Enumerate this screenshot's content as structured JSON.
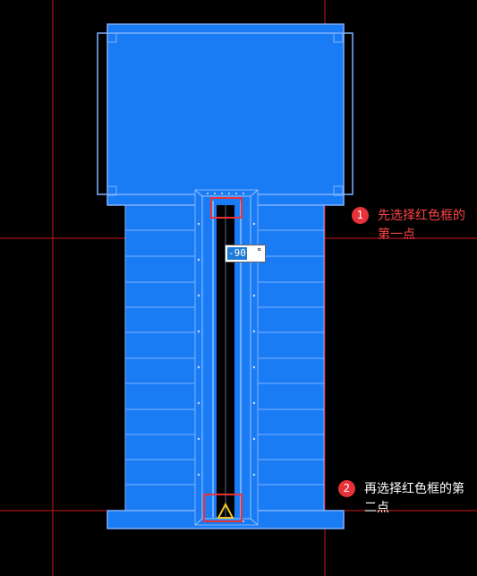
{
  "steps": [
    {
      "number": "1",
      "text": "先选择红色框的第一点"
    },
    {
      "number": "2",
      "text": "再选择红色框的第二点"
    }
  ],
  "angle_input": {
    "value": "-90",
    "unit": "°"
  },
  "colors": {
    "background": "#000000",
    "part_fill": "#1a7cf5",
    "part_outline": "#7fb2ff",
    "crosshair": "#d0161d",
    "highlight_box": "#e8323a",
    "slot": "#000000"
  },
  "icons": [
    "triangle-marker-icon"
  ]
}
